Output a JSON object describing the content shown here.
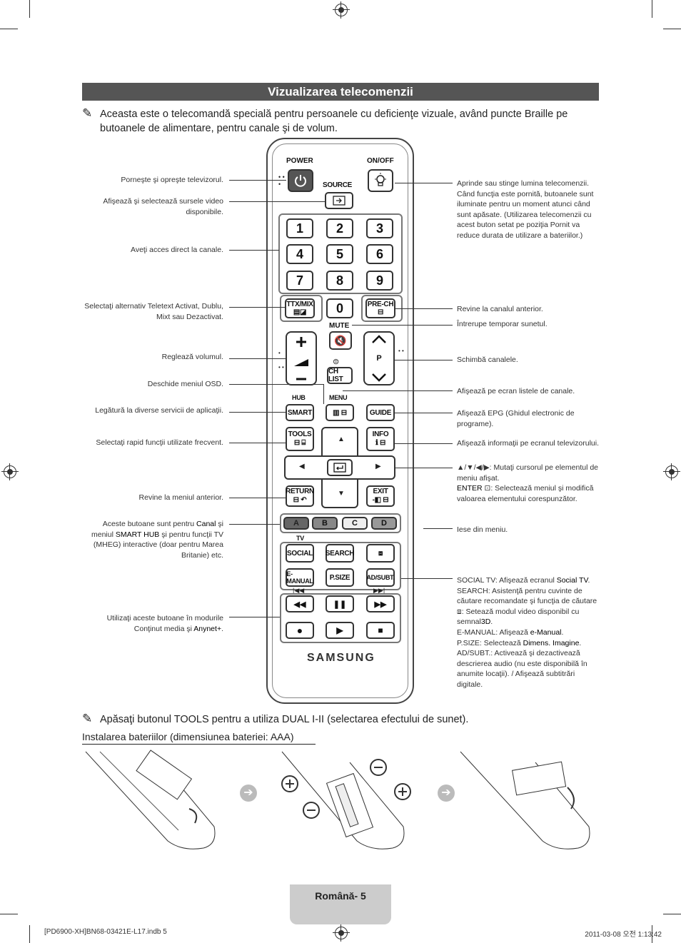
{
  "title": "Vizualizarea telecomenzii",
  "note1": "Aceasta este o telecomandă specială pentru persoanele cu deficienţe vizuale, având puncte Braille pe butoanele de alimentare, pentru canale şi de volum.",
  "note1_line1": "Aceasta este o telecomandă specială pentru persoanele cu deficienţe vizuale, având puncte Braille pe",
  "note1_line2": "butoanele de alimentare, pentru canale şi de volum.",
  "pencil": "✎",
  "remote": {
    "power_label": "POWER",
    "onoff_label": "ON/OFF",
    "source_label": "SOURCE",
    "numbers": [
      "1",
      "2",
      "3",
      "4",
      "5",
      "6",
      "7",
      "8",
      "9"
    ],
    "zero": "0",
    "ttx_label": "TTX/MIX",
    "prech_label": "PRE-CH",
    "mute_label": "MUTE",
    "p_label": "P",
    "chlist_label": "CH LIST",
    "hub_label": "HUB",
    "menu_label": "MENU",
    "smart_label": "SMART",
    "guide_label": "GUIDE",
    "tools_label": "TOOLS",
    "info_label": "INFO",
    "return_label": "RETURN",
    "exit_label": "EXIT",
    "color_buttons": [
      "A",
      "B",
      "C",
      "D"
    ],
    "tv_label": "TV",
    "social_label": "SOCIAL",
    "search_label": "SEARCH",
    "emanual_label": "E-MANUAL",
    "psize_label": "P.SIZE",
    "adsubt_label": "AD/SUBT.",
    "brand": "SAMSUNG"
  },
  "left_callouts": {
    "power": "Porneşte şi opreşte televizorul.",
    "source": "Afişează şi selectează sursele video disponibile.",
    "digits": "Aveţi acces direct la canale.",
    "ttx": "Selectaţi alternativ Teletext Activat, Dublu, Mixt sau Dezactivat.",
    "volume": "Reglează volumul.",
    "menu": "Deschide meniul OSD.",
    "smart": "Legătură la diverse servicii de aplicaţii.",
    "tools": "Selectaţi rapid funcţii utilizate frecvent.",
    "return": "Revine la meniul anterior.",
    "color_pre": "Aceste butoane sunt pentru",
    "color_canal": "Canal",
    "color_mid": "şi meniul",
    "color_smarthub": "SMART HUB",
    "color_post": "şi pentru funcţii TV (MHEG) interactive (doar pentru Marea Britanie) etc.",
    "media_pre": "Utilizaţi aceste butoane în modurile Conţinut media şi",
    "media_anynet": "Anynet+",
    "media_post": "."
  },
  "right_callouts": {
    "onoff": "Aprinde sau stinge lumina telecomenzii. Când funcţia este pornită, butoanele sunt iluminate pentru un moment atunci când sunt apăsate. (Utilizarea telecomenzii cu acest buton setat pe poziţia Pornit va reduce durata de utilizare a bateriilor.)",
    "prech": "Revine la canalul anterior.",
    "mute": "Întrerupe temporar sunetul.",
    "channel": "Schimbă canalele.",
    "chlist": "Afişează pe ecran listele de canale.",
    "guide": "Afişează EPG (Ghidul electronic de programe).",
    "info": "Afişează informaţii pe ecranul televizorului.",
    "nav1": "▲/▼/◀/▶: Mutaţi cursorul pe elementul de meniu afişat.",
    "nav2_key": "ENTER",
    "nav2": ": Selectează meniul şi modifică valoarea elementului corespunzător.",
    "exit": "Iese din meniu.",
    "social_key": "SOCIAL TV",
    "social_pre": ": Afişează ecranul",
    "social_val": "Social TV",
    "search_key": "SEARCH",
    "search_text": ": Asistenţă pentru cuvinte de căutare recomandate şi funcţia de căutare",
    "threed_text": ": Setează modul video disponibil cu semnal",
    "threed_val": "3D",
    "emanual_key": "E-MANUAL",
    "emanual_pre": ": Afişează",
    "emanual_val": "e-Manual",
    "psize_key": "P.SIZE",
    "psize_pre": ": Selectează",
    "psize_val": "Dimens. Imagine",
    "adsubt_key": "AD/SUBT.",
    "adsubt_text": ": Activează şi dezactivează descrierea audio (nu este disponibilă în anumite locaţii). / Afişează subtitrări digitale."
  },
  "note2_pre": "Apăsaţi butonul",
  "note2_key": "TOOLS",
  "note2_post": "pentru a utiliza DUAL I-II (selectarea efectului de sunet).",
  "battery_heading": "Instalarea bateriilor (dimensiunea bateriei: AAA)",
  "page_label": "Română- 5",
  "footer_left": "[PD6900-XH]BN68-03421E-L17.indb   5",
  "footer_right": "2011-03-08   오전 1:13:42"
}
